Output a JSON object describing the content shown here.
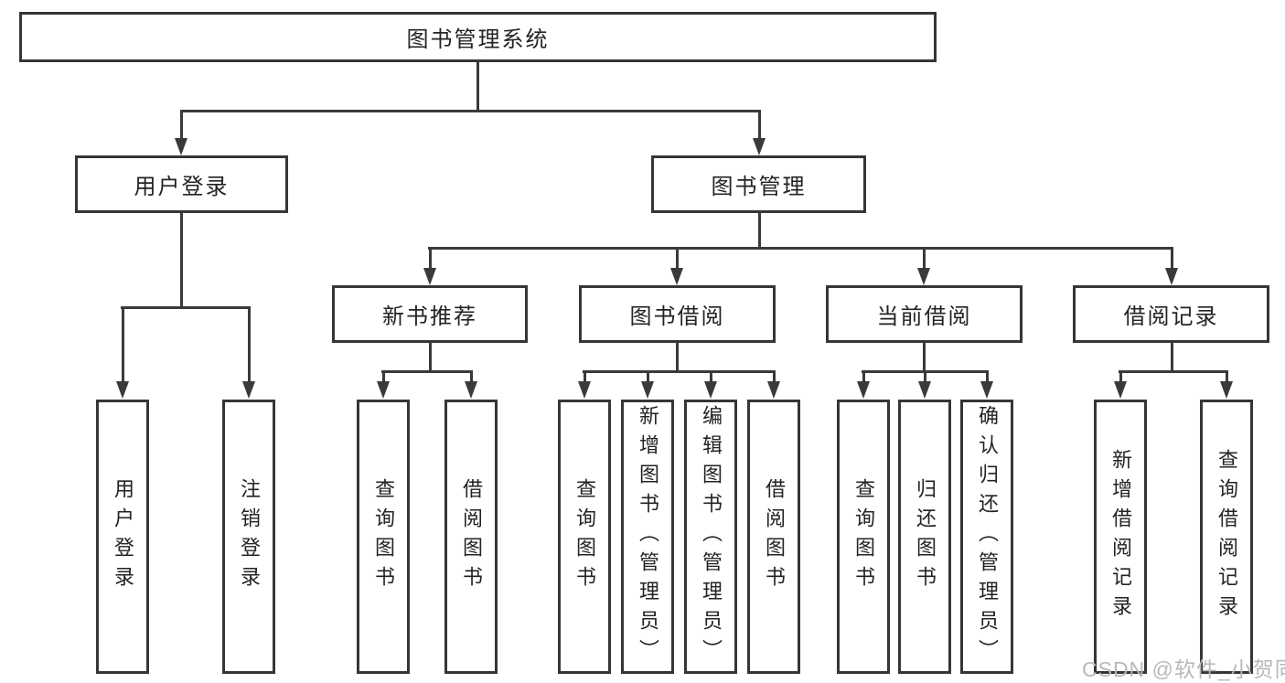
{
  "watermark": "CSDN @软件_小贺同学",
  "colors": {
    "line": "#3a3a3a",
    "box_border": "#363636",
    "text": "#232327",
    "watermark": "#b6b9bc",
    "background": "#ffffff"
  },
  "tree": {
    "label": "图书管理系统",
    "children": [
      {
        "label": "用户登录",
        "children": [
          {
            "label": "用户登录"
          },
          {
            "label": "注销登录"
          }
        ]
      },
      {
        "label": "图书管理",
        "children": [
          {
            "label": "新书推荐",
            "children": [
              {
                "label": "查询图书"
              },
              {
                "label": "借阅图书"
              }
            ]
          },
          {
            "label": "图书借阅",
            "children": [
              {
                "label": "查询图书"
              },
              {
                "label": "新增图书（管理员）"
              },
              {
                "label": "编辑图书（管理员）"
              },
              {
                "label": "借阅图书"
              }
            ]
          },
          {
            "label": "当前借阅",
            "children": [
              {
                "label": "查询图书"
              },
              {
                "label": "归还图书"
              },
              {
                "label": "确认归还（管理员）"
              }
            ]
          },
          {
            "label": "借阅记录",
            "children": [
              {
                "label": "新增借阅记录"
              },
              {
                "label": "查询借阅记录"
              }
            ]
          }
        ]
      }
    ]
  }
}
